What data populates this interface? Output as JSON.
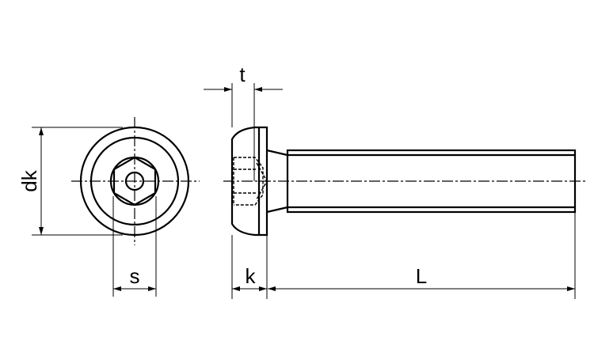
{
  "dimensions": {
    "dk": "dk",
    "s": "s",
    "t": "t",
    "k": "k",
    "L": "L"
  },
  "colors": {
    "line": "#000000",
    "background": "#ffffff"
  }
}
